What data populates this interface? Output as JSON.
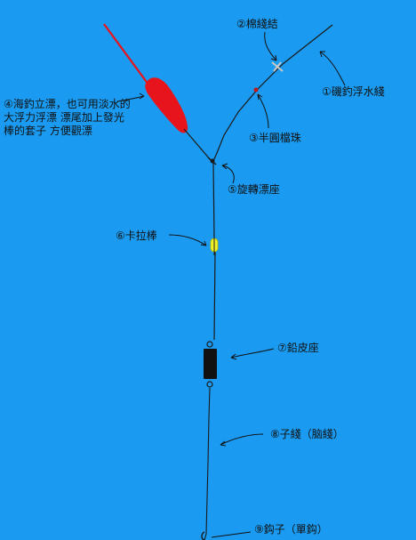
{
  "labels": {
    "cotton_knot": "②棉綫結",
    "main_line": "①磯釣浮水綫",
    "half_round_bead": "③半圓檔珠",
    "float_note": [
      "④海釣立漂，也可用淡水的",
      "大浮力浮漂  漂尾加上發光",
      "棒的套子  方便觀漂"
    ],
    "swivel_seat": "⑤旋轉漂座",
    "kala_stick": "⑥卡拉棒",
    "lead_seat": "⑦鉛皮座",
    "sub_line": "⑧子綫（脑綫）",
    "hook": "⑨鈎子（單鈎）"
  },
  "colors": {
    "background": "#1a9af0",
    "line": "#1a1a1a",
    "float_body": "#e8141c",
    "float_antenna": "#e8141c",
    "kala_stick": "#f2f22a",
    "lead_seat": "#111111",
    "bead": "#c01818",
    "knot": "#c8c8c8"
  }
}
